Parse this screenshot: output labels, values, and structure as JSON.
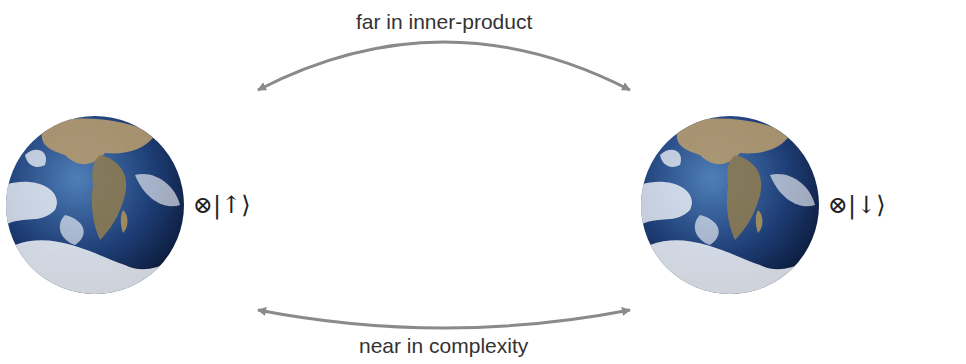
{
  "diagram": {
    "nodes": [
      {
        "text": [
          "⊗|↑⟩"
        ]
      },
      {
        "text": [
          "⊗|↓⟩"
        ]
      }
    ],
    "edges": [
      {
        "from": 0,
        "to": 1,
        "arrow": "both",
        "label": "far in inner-product"
      },
      {
        "from": 0,
        "to": 1,
        "arrow": "both",
        "label": "near in complexity"
      }
    ]
  }
}
